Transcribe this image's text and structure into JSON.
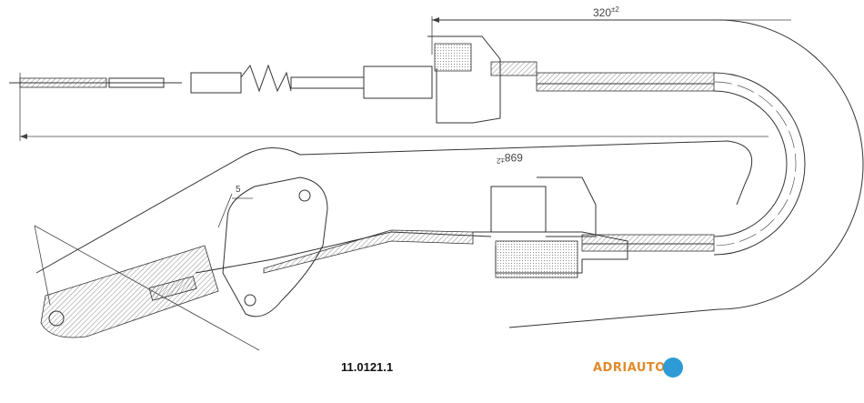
{
  "drawing": {
    "dimensions": {
      "upper_length": "320",
      "upper_tolerance": "±2",
      "overall_length": "698",
      "overall_tolerance": "±2",
      "offset": "5"
    },
    "part_number": "11.0121.1",
    "logo_text": "ADRIAUTO",
    "colors": {
      "line": "#333333",
      "logo_text": "#e08a2a",
      "logo_circle": "#2e9bd6"
    }
  }
}
